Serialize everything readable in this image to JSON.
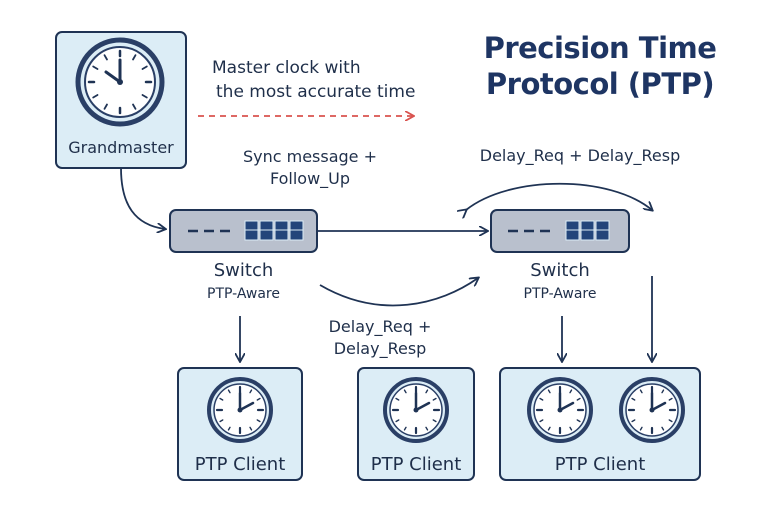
{
  "title": [
    "Precision Time",
    "Protocol (PTP)"
  ],
  "grandmaster": {
    "label": "Grandmaster",
    "note": [
      "Master clock with",
      "the most accurate time"
    ]
  },
  "messages": {
    "sync": [
      "Sync message +",
      "Follow_Up"
    ],
    "delay_top": "Delay_Req + Delay_Resp",
    "delay_mid": [
      "Delay_Req +",
      "Delay_Resp"
    ]
  },
  "switches": [
    {
      "name": "Switch",
      "sub": "PTP-Aware"
    },
    {
      "name": "Switch",
      "sub": "PTP-Aware"
    }
  ],
  "clients": [
    {
      "label": "PTP Client"
    },
    {
      "label": "PTP Client"
    },
    {
      "label": "PTP Client"
    }
  ],
  "colors": {
    "box_fill": "#dcedf6",
    "box_stroke": "#1f3354",
    "switch_fill": "#b9c0cd",
    "port_fill": "#23457a",
    "arrow": "#1f3354",
    "dashed_arrow": "#d9534f",
    "clock_face": "#ffffff",
    "clock_ring": "#2a3f66"
  },
  "icons": [
    "clock-icon",
    "switch-icon",
    "arrow-icon"
  ]
}
